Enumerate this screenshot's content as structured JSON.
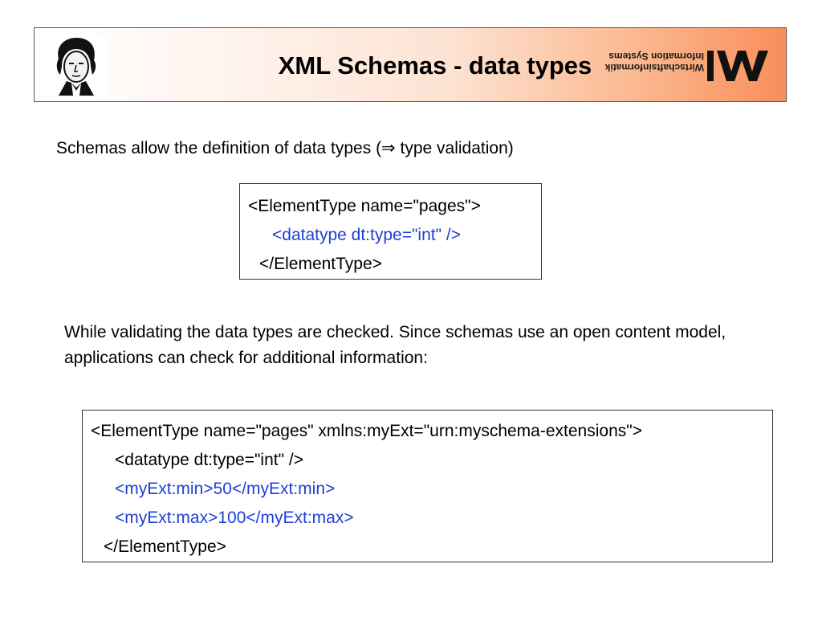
{
  "header": {
    "title": "XML Schemas - data types",
    "logo_text_line1": "Wirtschaftsinformatik",
    "logo_text_line2": "Information Systems"
  },
  "intro": {
    "text": "Schemas allow the definition of data types (⇒ type validation)"
  },
  "box1": {
    "lines": [
      "<ElementType name=\"pages\">",
      "<datatype dt:type=\"int\" />",
      "</ElementType>"
    ]
  },
  "paragraph": {
    "text": "While validating the data types are checked. Since schemas use an open content model, applications can check for additional information:"
  },
  "box2": {
    "lines": [
      "<ElementType name=\"pages\" xmlns:myExt=\"urn:myschema-extensions\">",
      "<datatype dt:type=\"int\" />",
      "<myExt:min>50</myExt:min>",
      "<myExt:max>100</myExt:max>",
      "</ElementType>"
    ]
  },
  "colors": {
    "highlight": "#1f3fd6",
    "header_gradient_end": "#f98e5a"
  },
  "icons": {
    "portrait": "portrait-icon",
    "logo": "logo-icon"
  }
}
